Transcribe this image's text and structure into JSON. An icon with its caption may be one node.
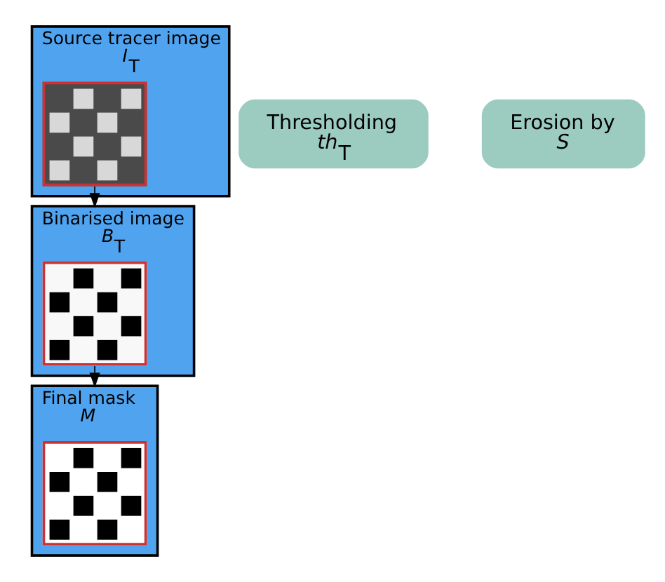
{
  "diagram": {
    "nodes": [
      {
        "text": [
          "Source tracer image",
          "*I*$_{T}$"
        ]
      },
      {
        "text": [],
        "shape": "picture",
        "in": 0
      },
      {
        "text": [
          "Binarised image",
          "*B*$_{T}$"
        ]
      },
      {
        "text": [],
        "shape": "picture",
        "in": 2
      },
      {
        "text": [
          "Final mask",
          "*M*"
        ]
      },
      {
        "text": [],
        "shape": "picture",
        "in": 4
      },
      {
        "text": [
          "Thresholding",
          "*th*$_{T}$"
        ]
      },
      {
        "text": [
          "Erosion by",
          "*S*"
        ]
      }
    ],
    "edges": [
      {
        "from": 1,
        "to": 2,
        "arrow": "to"
      },
      {
        "from": 3,
        "to": 4,
        "arrow": "to"
      }
    ]
  }
}
